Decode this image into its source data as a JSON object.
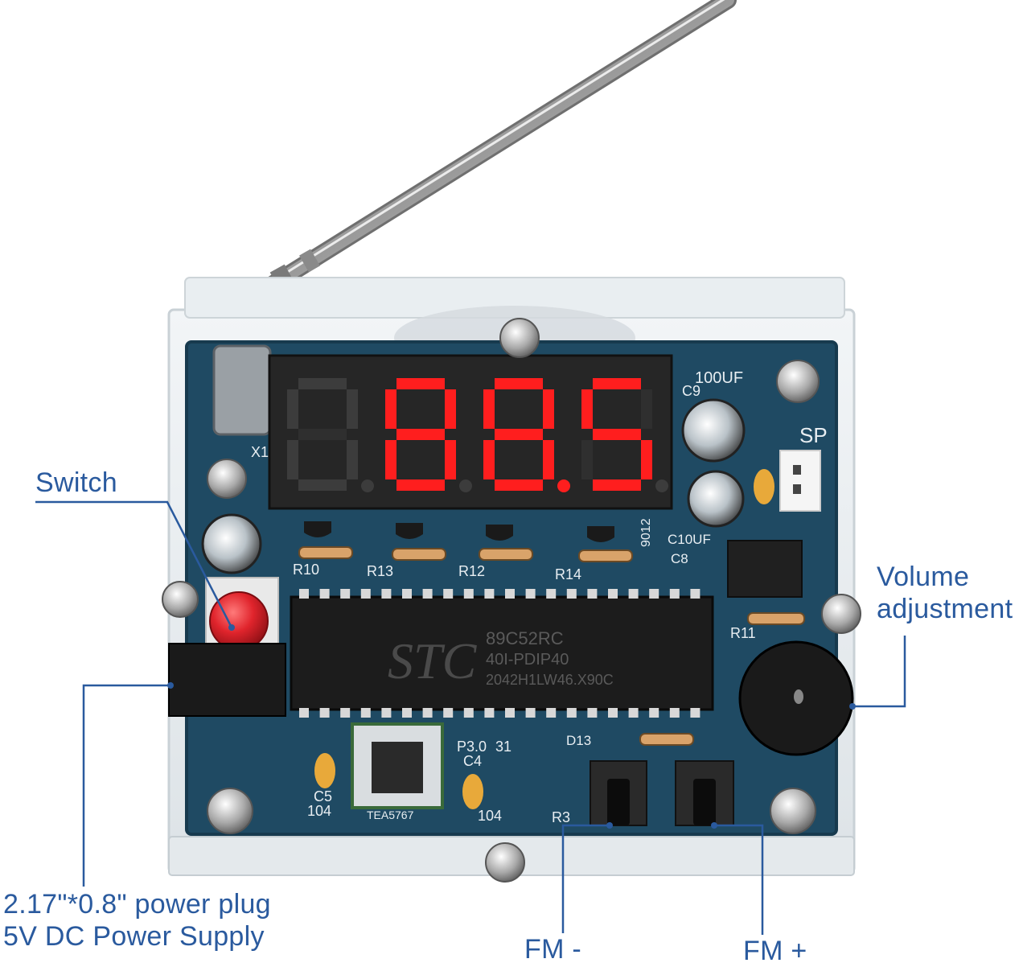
{
  "display": {
    "digits": [
      "0",
      "8",
      "8",
      "5"
    ],
    "lit": [
      false,
      true,
      true,
      true
    ],
    "decimal_lit": [
      false,
      false,
      true,
      false
    ],
    "lit_color": "#ff1e1e",
    "unlit_color": "#3c3c3c"
  },
  "pcb_labels": {
    "chip_brand": "STC",
    "chip_model": "89C52RC",
    "chip_line2": "40I-PDIP40",
    "chip_line3": "2042H1LW46.X90C",
    "c9": "C9",
    "c9_value": "100UF",
    "sp": "SP",
    "x1": "X1",
    "r10": "R10",
    "r13": "R13",
    "r12": "R12",
    "r14": "R14",
    "r11": "R11",
    "r3": "R3",
    "c5": "C5",
    "c5_value": "104",
    "c4": "C4",
    "c4_value": "104",
    "c10": "C10UF",
    "c8": "C8",
    "d13": "D13",
    "p30": "P3.0",
    "p31": "31",
    "transistor": "9012",
    "module": "TEA5767"
  },
  "callouts": {
    "switch": "Switch",
    "volume_line1": "Volume",
    "volume_line2": "adjustment",
    "power_line1": "2.17\"*0.8\" power plug",
    "power_line2": "5V DC Power Supply",
    "fm_minus": "FM -",
    "fm_plus": "FM +"
  },
  "colors": {
    "callout": "#2a5a9e",
    "pcb": "#1f4a63",
    "button_red": "#e0242c"
  }
}
